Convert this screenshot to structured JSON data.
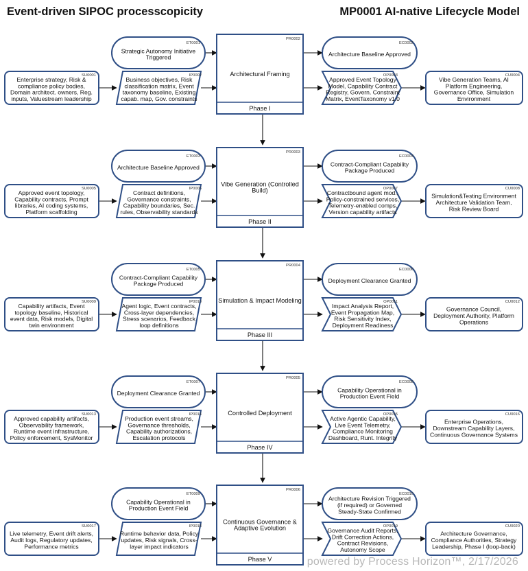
{
  "header": {
    "left_title": "Event-driven SIPOC processcopicity",
    "right_title": "MP0001 AI-native Lifecycle Model"
  },
  "footer": "powered by Process Horizon™, 2/17/2026",
  "colors": {
    "stroke": "#2f4f86",
    "fill": "#ffffff",
    "text": "#111111"
  },
  "rows": [
    {
      "trigger": {
        "code": "ET0001",
        "lines": [
          "Strategic Autonomy Initiative",
          "Triggered"
        ]
      },
      "supplier": {
        "code": "SU0001",
        "lines": [
          "Enterprise strategy, Risk &",
          "compliance policy bodies,",
          "Domain architect. owners, Reg.",
          "inputs, Valuestream leadership"
        ]
      },
      "input": {
        "code": "IP0002",
        "lines": [
          "Business objectives, Risk",
          "classification matrix, Event",
          "taxonomy baseline, Existing",
          "capab. map, Gov. constraints"
        ]
      },
      "process": {
        "code": "PR0002",
        "lines": [
          "Architectural Framing"
        ],
        "phase": "Phase I"
      },
      "event": {
        "code": "EC0002",
        "lines": [
          "Architecture Baseline Approved"
        ]
      },
      "output": {
        "code": "OP0003",
        "lines": [
          "Approved Event Topology",
          "Model, Capability Contract",
          "Registry, Govern. Constraint",
          "Matrix, EventTaxonomy v1.0"
        ]
      },
      "customer": {
        "code": "CU0004",
        "lines": [
          "Vibe Generation Teams, AI",
          "Platform Engineering,",
          "Governance Office, Simulation",
          "Environment"
        ]
      }
    },
    {
      "trigger": {
        "code": "ET0003",
        "lines": [
          "Architecture Baseline Approved"
        ]
      },
      "supplier": {
        "code": "SU0005",
        "lines": [
          "Approved event topology,",
          "Capability contracts, Prompt",
          "libraries, AI coding systems,",
          "Platform scaffolding"
        ]
      },
      "input": {
        "code": "IP0006",
        "lines": [
          "Contract definitions,",
          "Governance constraints,",
          "Capability boundaries, Sec.",
          "rules, Observability standards"
        ]
      },
      "process": {
        "code": "PR0003",
        "lines": [
          "Vibe Generation (Controlled",
          "Build)"
        ],
        "phase": "Phase II"
      },
      "event": {
        "code": "EC0004",
        "lines": [
          "Contract-Compliant Capability",
          "Package Produced"
        ]
      },
      "output": {
        "code": "OP0007",
        "lines": [
          "Contractbound agent mod.,",
          "Policy-constrained services,",
          "Telemetry-enabled comps,",
          "Version capability artifacts"
        ]
      },
      "customer": {
        "code": "CU0008",
        "lines": [
          "Simulation&Testing Environment",
          "Architecture Validation Team,",
          "Risk Review Board"
        ]
      }
    },
    {
      "trigger": {
        "code": "ET0005",
        "lines": [
          "Contract-Compliant Capability",
          "Package Produced"
        ]
      },
      "supplier": {
        "code": "SU0009",
        "lines": [
          "Capability artifacts, Event",
          "topology baseline, Historical",
          "event data, Risk models, Digital",
          "twin environment"
        ]
      },
      "input": {
        "code": "IP0010",
        "lines": [
          "Agent logic, Event contracts,",
          "Cross-layer dependencies,",
          "Stress scenarios, Feedback",
          "loop definitions"
        ]
      },
      "process": {
        "code": "PR0004",
        "lines": [
          "Simulation & Impact Modeling"
        ],
        "phase": "Phase III"
      },
      "event": {
        "code": "EC0006",
        "lines": [
          "Deployment Clearance Granted"
        ]
      },
      "output": {
        "code": "OP0011",
        "lines": [
          "Impact Analysis Report,",
          "Event Propagation Map,",
          "Risk Sensitivity Index,",
          "Deployment Readiness"
        ]
      },
      "customer": {
        "code": "CU0012",
        "lines": [
          "Governance Council,",
          "Deployment Authority, Platform",
          "Operations"
        ]
      }
    },
    {
      "trigger": {
        "code": "ET0007",
        "lines": [
          "Deployment Clearance Granted"
        ]
      },
      "supplier": {
        "code": "SU0013",
        "lines": [
          "Approved capability artifacts,",
          "Observability framework,",
          "Runtime event infrastructure,",
          "Policy enforcement, SysMonitor"
        ]
      },
      "input": {
        "code": "IP0014",
        "lines": [
          "Production event streams,",
          "Governance thresholds,",
          "Capability authorizations,",
          "Escalation protocols"
        ]
      },
      "process": {
        "code": "PR0005",
        "lines": [
          "Controlled Deployment"
        ],
        "phase": "Phase IV"
      },
      "event": {
        "code": "EC0008",
        "lines": [
          "Capability Operational in",
          "Production Event Field"
        ]
      },
      "output": {
        "code": "OP0015",
        "lines": [
          "Active Agentic Capability,",
          "Live Event Telemetry,",
          "Compliance Monitoring",
          "Dashboard, Runt. Integrity"
        ]
      },
      "customer": {
        "code": "CU0016",
        "lines": [
          "Enterprise Operations,",
          "Downstream Capability Layers,",
          "Continuous Governance Systems"
        ]
      }
    },
    {
      "trigger": {
        "code": "ET0009",
        "lines": [
          "Capability Operational in",
          "Production Event Field"
        ]
      },
      "supplier": {
        "code": "SU0017",
        "lines": [
          "Live telemetry, Event drift alerts,",
          "Audit logs, Regulatory updates,",
          "Performance metrics"
        ]
      },
      "input": {
        "code": "IP0018",
        "lines": [
          "Runtime behavior data, Policy",
          "updates, Risk signals, Cross-",
          "layer impact indicators"
        ]
      },
      "process": {
        "code": "PR0006",
        "lines": [
          "Continuous Governance &",
          "Adaptive Evolution"
        ],
        "phase": "Phase V"
      },
      "event": {
        "code": "EC0010",
        "lines": [
          "Architecture Revision Triggered",
          "(if required) or Governed",
          "Steady-State Confirmed"
        ]
      },
      "output": {
        "code": "OP0019",
        "lines": [
          "Governance Audit Reports,",
          "Drift Correction Actions,",
          "Contract Revisions,",
          "Autonomy Scope"
        ]
      },
      "customer": {
        "code": "CU0020",
        "lines": [
          "Architecture Governance,",
          "Compliance Authorities, Strategy",
          "Leadership, Phase I (loop-back)"
        ]
      }
    }
  ]
}
